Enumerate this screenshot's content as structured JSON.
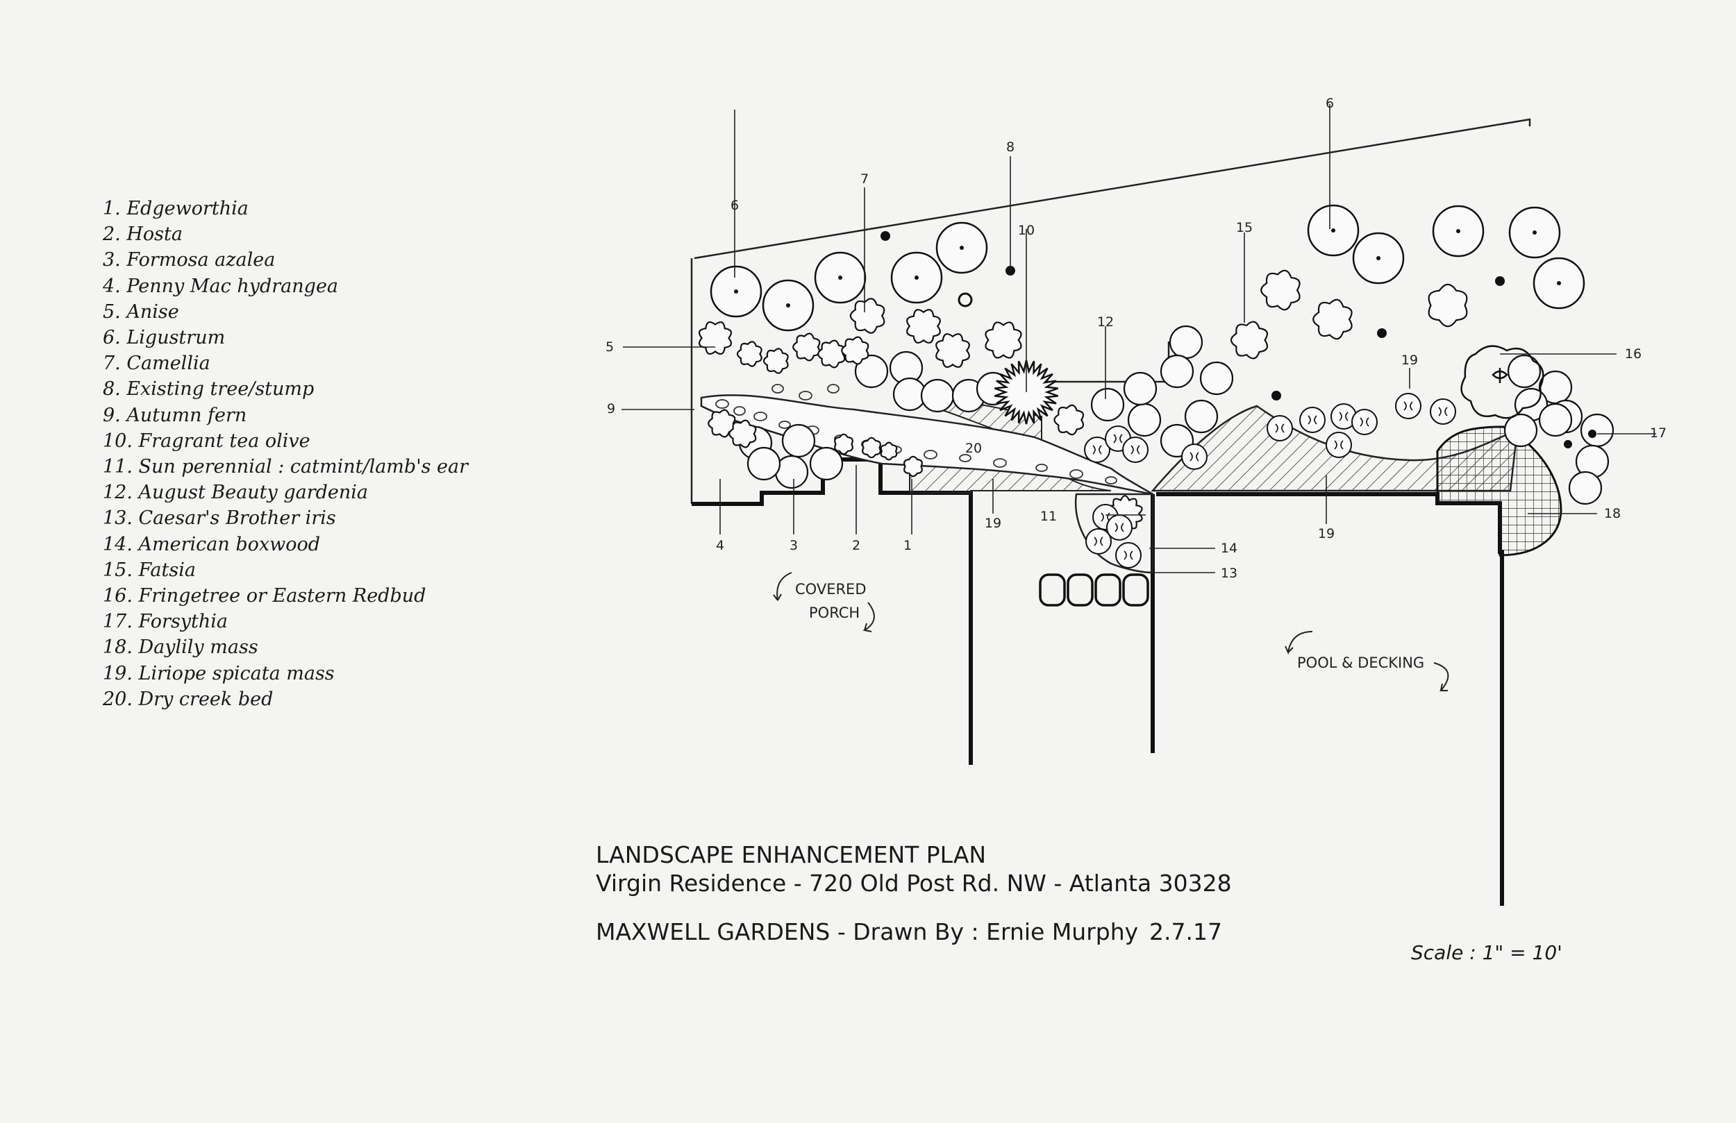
{
  "legend": [
    "1. Edgeworthia",
    "2. Hosta",
    "3. Formosa azalea",
    "4. Penny Mac hydrangea",
    "5. Anise",
    "6. Ligustrum",
    "7. Camellia",
    "8. Existing tree/stump",
    "9. Autumn fern",
    "10. Fragrant tea olive",
    "11. Sun perennial : catmint/lamb's ear",
    "12. August Beauty gardenia",
    "13. Caesar's Brother iris",
    "14. American boxwood",
    "15. Fatsia",
    "16. Fringetree or Eastern Redbud",
    "17. Forsythia",
    "18. Daylily mass",
    "19. Liriope spicata mass",
    "20. Dry creek bed"
  ],
  "callouts": {
    "n1": "1",
    "n2": "2",
    "n3": "3",
    "n4": "4",
    "n5": "5",
    "n6a": "6",
    "n6b": "6",
    "n7": "7",
    "n8": "8",
    "n9": "9",
    "n10": "10",
    "n11": "11",
    "n12": "12",
    "n13": "13",
    "n14": "14",
    "n15": "15",
    "n16": "16",
    "n17": "17",
    "n18": "18",
    "n19a": "19",
    "n19b": "19",
    "n19c": "19",
    "n20": "20"
  },
  "notes": {
    "porch_line1": "COVERED",
    "porch_line2": "PORCH",
    "pool": "POOL & DECKING"
  },
  "title_block": {
    "title": "LANDSCAPE ENHANCEMENT PLAN",
    "residence": "Virgin Residence - 720 Old Post Rd. NW - Atlanta 30328",
    "designer": "MAXWELL GARDENS - Drawn By : Ernie Murphy",
    "date": "2.7.17",
    "scale": "Scale : 1\" = 10'"
  }
}
